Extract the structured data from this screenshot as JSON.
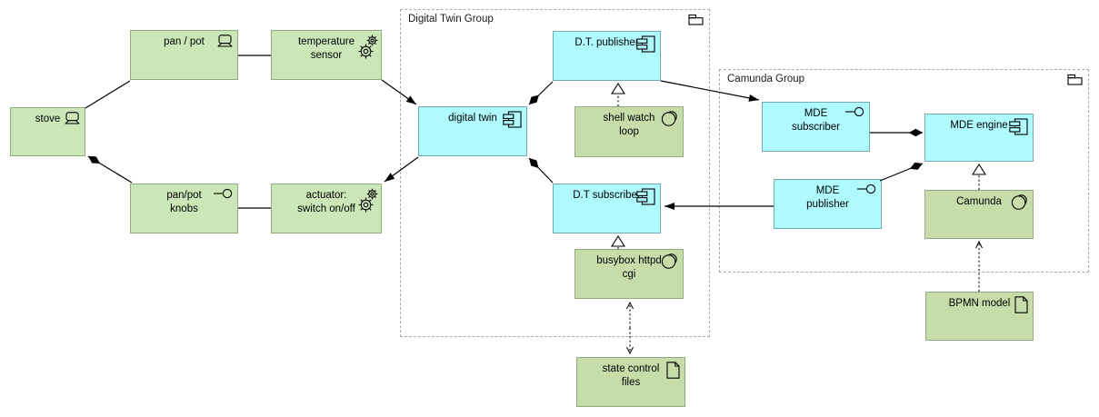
{
  "diagram_title": "Digital Twin / Camunda architecture diagram",
  "colors": {
    "green_fill": "#cbe7b8",
    "green_dark_fill": "#c6dca9",
    "green_border": "#90ac7e",
    "cyan_fill": "#aefaff",
    "cyan_border": "#76aab2",
    "group_border": "#ababab",
    "line_color": "#000000"
  },
  "groups": {
    "digital_twin": {
      "label": "Digital Twin Group",
      "icon": "group-icon"
    },
    "camunda": {
      "label": "Camunda Group",
      "icon": "group-icon"
    }
  },
  "nodes": {
    "stove": {
      "label": "stove",
      "icon": "device-icon"
    },
    "pan_pot": {
      "label": "pan / pot",
      "icon": "device-icon"
    },
    "temperature_sensor": {
      "label": "temperature\nsensor",
      "icon": "gears-icon"
    },
    "pan_pot_knobs": {
      "label": "pan/pot\nknobs",
      "icon": "interface-icon"
    },
    "actuator": {
      "label": "actuator:\nswitch on/off",
      "icon": "gears-icon"
    },
    "digital_twin": {
      "label": "digital twin",
      "icon": "component-icon"
    },
    "dt_publisher": {
      "label": "D.T. publisher",
      "icon": "component-icon"
    },
    "shell_watch_loop": {
      "label": "shell watch\nloop",
      "icon": "system-software-icon"
    },
    "dt_subscriber": {
      "label": "D.T subscriber",
      "icon": "component-icon"
    },
    "busybox_httpd_cgi": {
      "label": "busybox httpd\ncgi",
      "icon": "system-software-icon"
    },
    "state_control_files": {
      "label": "state control\nfiles",
      "icon": "artifact-icon"
    },
    "mde_subscriber": {
      "label": "MDE\nsubscriber",
      "icon": "interface-icon"
    },
    "mde_engine": {
      "label": "MDE engine",
      "icon": "component-icon"
    },
    "mde_publisher": {
      "label": "MDE\npublisher",
      "icon": "interface-icon"
    },
    "camunda": {
      "label": "Camunda",
      "icon": "system-software-icon"
    },
    "bpmn_model": {
      "label": "BPMN model",
      "icon": "artifact-icon"
    }
  }
}
